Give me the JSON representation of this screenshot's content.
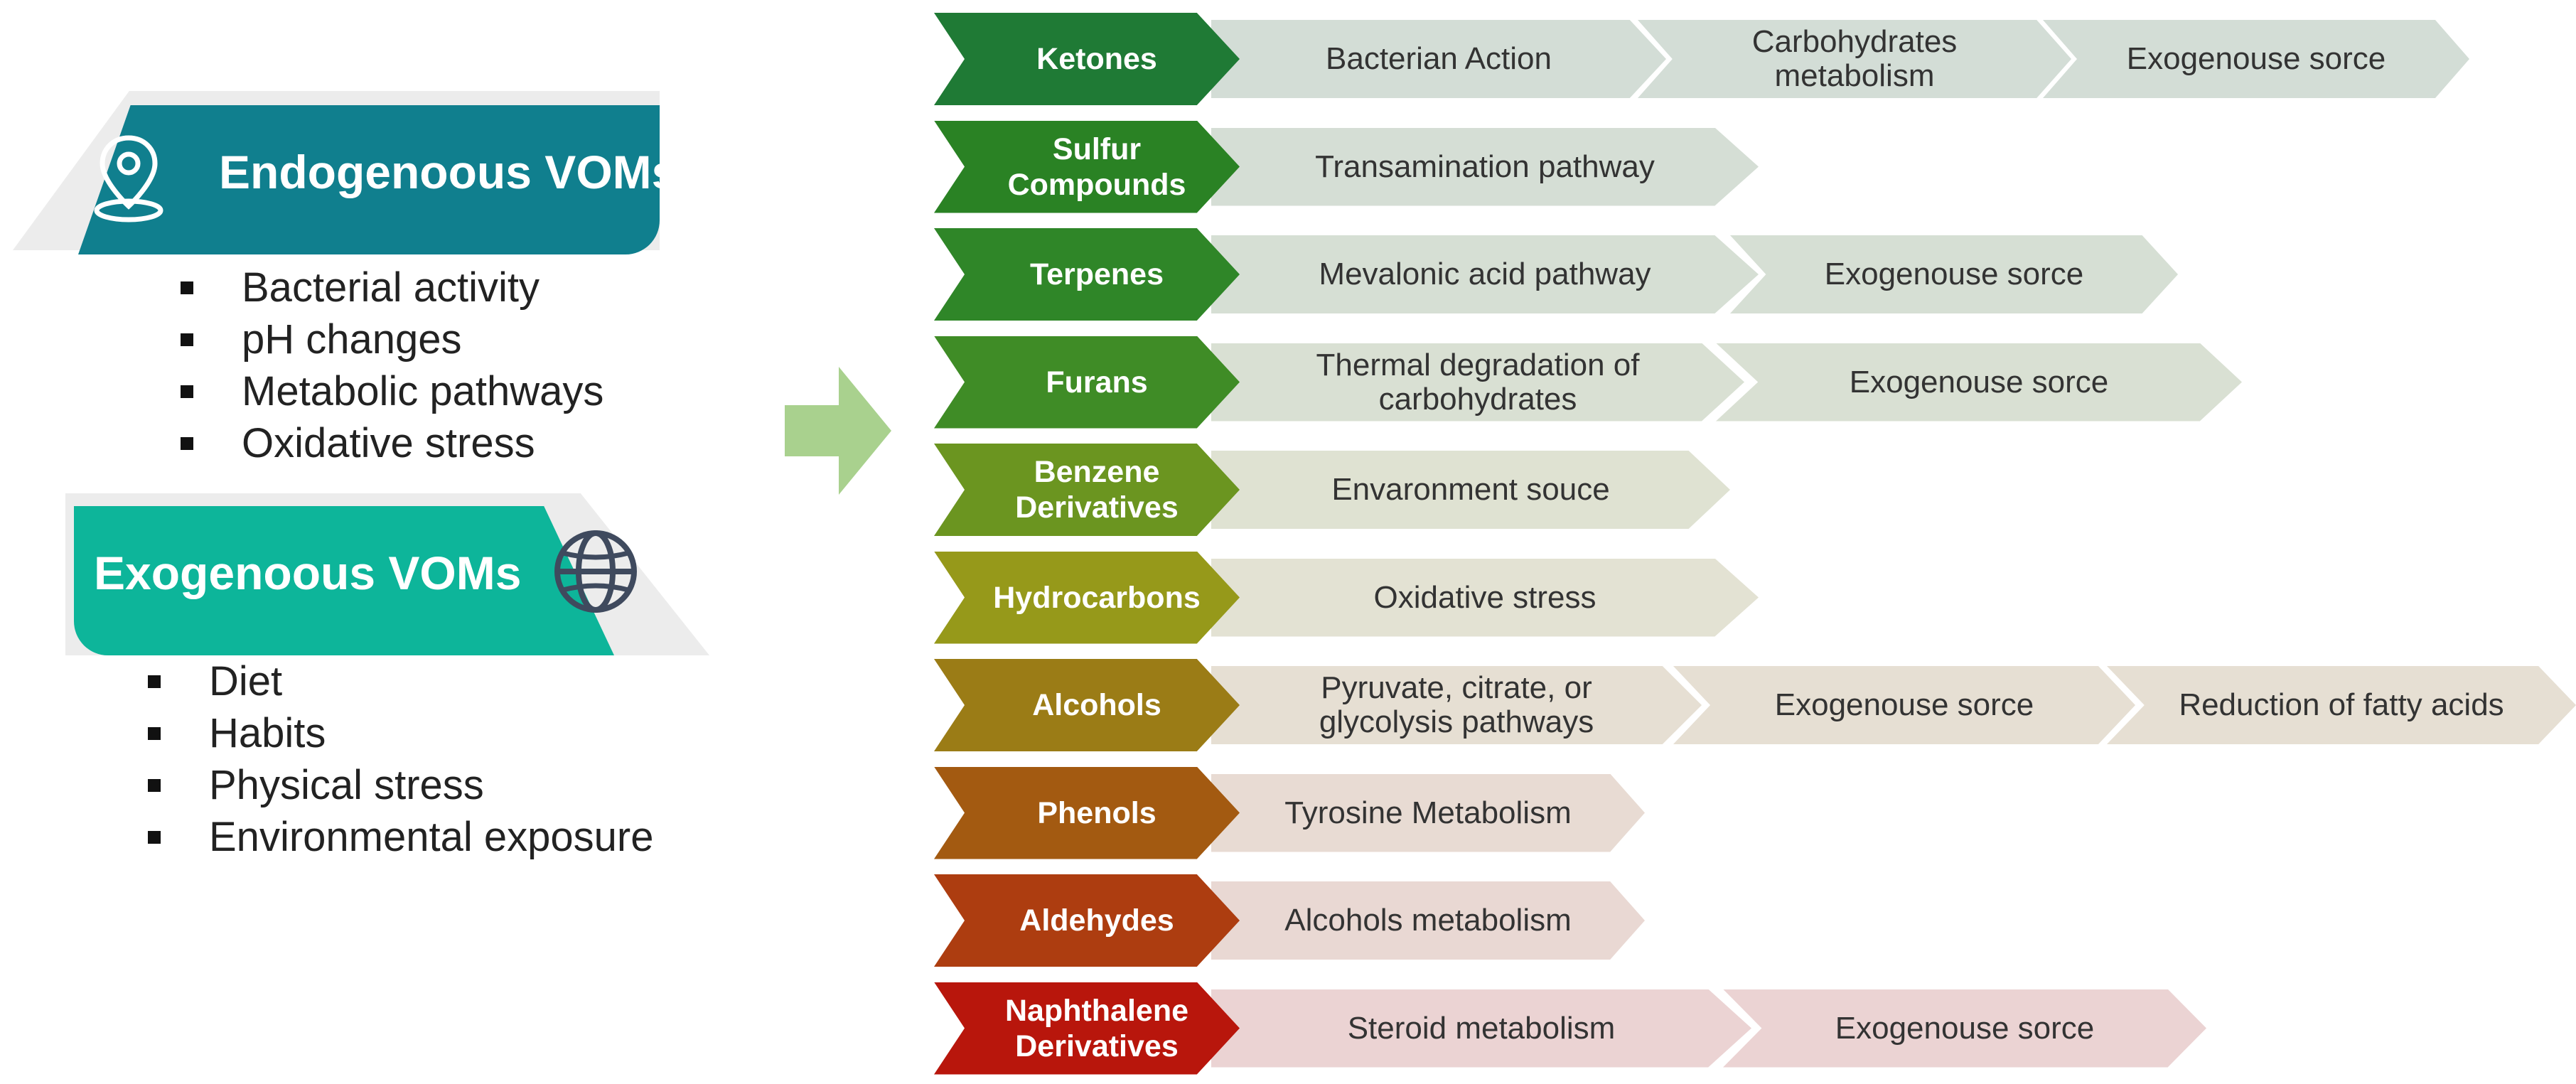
{
  "left": {
    "endogenous": {
      "title": "Endogenoous VOMs",
      "icon": "map-pin-icon",
      "color": "#107f8e",
      "items": [
        "Bacterial activity",
        "pH changes",
        "Metabolic pathways",
        "Oxidative stress"
      ]
    },
    "exogenous": {
      "title": "Exogenoous VOMs",
      "icon": "globe-icon",
      "color": "#0db59a",
      "items": [
        "Diet",
        "Habits",
        "Physical stress",
        "Environmental exposure"
      ]
    },
    "arrow_color": "#a9d18e"
  },
  "rows": [
    {
      "category": "Ketones",
      "color": "#1f7a35",
      "chip_color": "#d3ddd6",
      "pathways": [
        "Bacterian Action",
        "Carbohydrates metabolism",
        "Exogenouse sorce"
      ]
    },
    {
      "category": "Sulfur Compounds",
      "color": "#2a8224",
      "chip_color": "#d5ded5",
      "pathways": [
        "Transamination pathway"
      ]
    },
    {
      "category": "Terpenes",
      "color": "#2f8628",
      "chip_color": "#d6dfd4",
      "pathways": [
        "Mevalonic acid pathway",
        "Exogenouse sorce"
      ]
    },
    {
      "category": "Furans",
      "color": "#3f8c26",
      "chip_color": "#d9e0d3",
      "pathways": [
        "Thermal degradation of carbohydrates",
        "Exogenouse sorce"
      ]
    },
    {
      "category": "Benzene Derivatives",
      "color": "#6b9520",
      "chip_color": "#dfe2d2",
      "pathways": [
        "Envaronment souce"
      ]
    },
    {
      "category": "Hydrocarbons",
      "color": "#96991a",
      "chip_color": "#e3e2d3",
      "pathways": [
        "Oxidative stress"
      ]
    },
    {
      "category": "Alcohols",
      "color": "#9b7c16",
      "chip_color": "#e6dfd3",
      "pathways": [
        "Pyruvate, citrate, or glycolysis pathways",
        "Exogenouse sorce",
        "Reduction of fatty acids"
      ]
    },
    {
      "category": "Phenols",
      "color": "#a35a11",
      "chip_color": "#e8dbd3",
      "pathways": [
        "Tyrosine Metabolism"
      ]
    },
    {
      "category": "Aldehydes",
      "color": "#ad3d10",
      "chip_color": "#e9d8d3",
      "pathways": [
        "Alcohols metabolism"
      ]
    },
    {
      "category": "Naphthalene Derivatives",
      "color": "#b8160c",
      "chip_color": "#ebd3d3",
      "pathways": [
        "Steroid metabolism",
        "Exogenouse sorce"
      ]
    }
  ]
}
